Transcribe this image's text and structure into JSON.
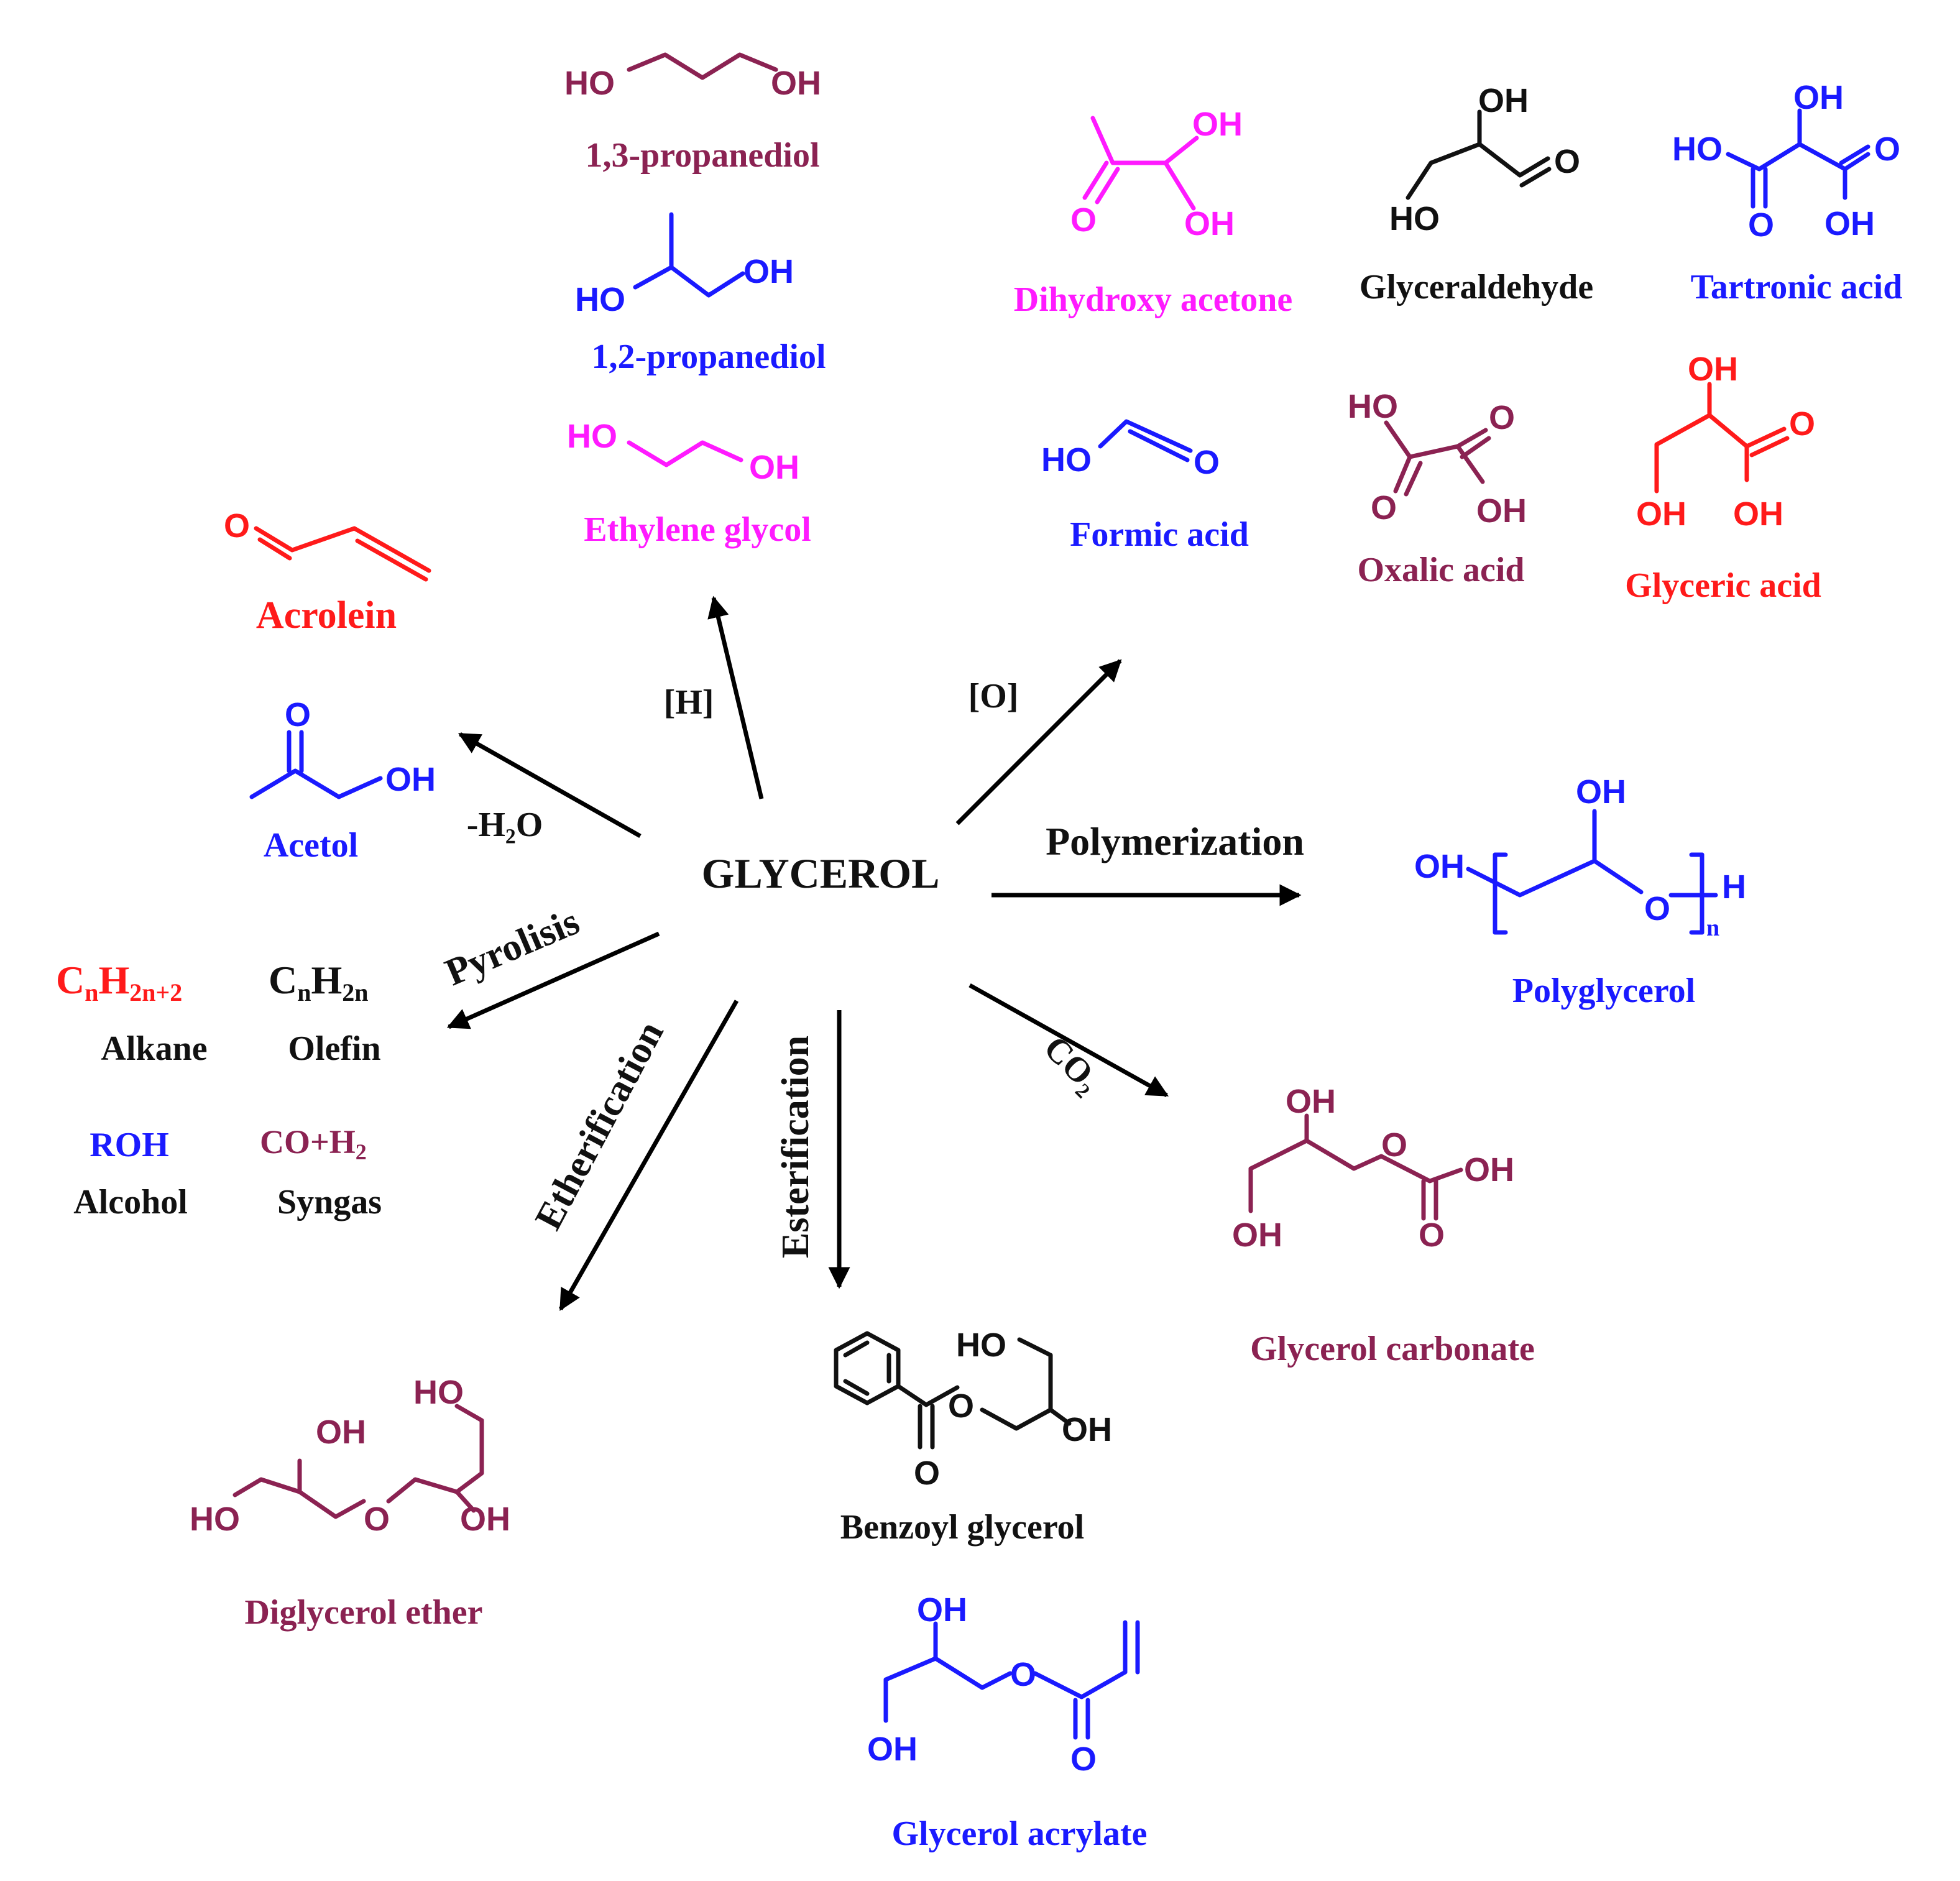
{
  "colors": {
    "black": "#111111",
    "red": "#ff1a1a",
    "blue": "#1a1aff",
    "magenta": "#ff1aff",
    "maroon": "#8b2252"
  },
  "center": {
    "label": "GLYCEROL"
  },
  "routes": {
    "hydrogenation": "[H]",
    "oxidation": "[O]",
    "dehydration": "-H₂O",
    "polymerization": "Polymerization",
    "pyrolysis": "Pyrolisis",
    "etherification": "Etherification",
    "esterification": "Esterification",
    "carboxylation": "CO₂"
  },
  "products": {
    "propanediol_13": {
      "name": "1,3-propanediol",
      "atoms": [
        "HO",
        "OH"
      ]
    },
    "propanediol_12": {
      "name": "1,2-propanediol",
      "atoms": [
        "HO",
        "OH"
      ]
    },
    "ethylene_glycol": {
      "name": "Ethylene glycol",
      "atoms": [
        "HO",
        "OH"
      ]
    },
    "acrolein": {
      "name": "Acrolein",
      "atoms": [
        "O"
      ]
    },
    "acetol": {
      "name": "Acetol",
      "atoms": [
        "O",
        "OH"
      ]
    },
    "dihydroxy_acetone": {
      "name": "Dihydroxy acetone",
      "atoms": [
        "O",
        "OH",
        "OH"
      ]
    },
    "glyceraldehyde": {
      "name": "Glyceraldehyde",
      "atoms": [
        "OH",
        "HO",
        "O"
      ]
    },
    "tartronic_acid": {
      "name": "Tartronic acid",
      "atoms": [
        "OH",
        "HO",
        "O",
        "O",
        "OH"
      ]
    },
    "formic_acid": {
      "name": "Formic acid",
      "atoms": [
        "HO",
        "O"
      ]
    },
    "oxalic_acid": {
      "name": "Oxalic acid",
      "atoms": [
        "HO",
        "O",
        "O",
        "OH"
      ]
    },
    "glyceric_acid": {
      "name": "Glyceric acid",
      "atoms": [
        "OH",
        "O",
        "OH",
        "OH"
      ]
    },
    "polyglycerol": {
      "name": "Polyglycerol",
      "atoms": [
        "OH",
        "OH",
        "O",
        "n",
        "H"
      ]
    },
    "alkane": {
      "formula": "CnH2n+2",
      "name": "Alkane"
    },
    "olefin": {
      "formula": "CnH2n",
      "name": "Olefin"
    },
    "alcohol": {
      "formula": "ROH",
      "name": "Alcohol"
    },
    "syngas": {
      "formula": "CO+H2",
      "name": "Syngas"
    },
    "glycerol_carbonate": {
      "name": "Glycerol carbonate",
      "atoms": [
        "OH",
        "O",
        "OH",
        "OH",
        "O"
      ]
    },
    "benzoyl_glycerol": {
      "name": "Benzoyl glycerol",
      "atoms": [
        "HO",
        "O",
        "OH",
        "O"
      ]
    },
    "diglycerol_ether": {
      "name": "Diglycerol ether",
      "atoms": [
        "HO",
        "OH",
        "HO",
        "O",
        "OH"
      ]
    },
    "glycerol_acrylate": {
      "name": "Glycerol acrylate",
      "atoms": [
        "OH",
        "O",
        "OH",
        "O"
      ]
    }
  }
}
